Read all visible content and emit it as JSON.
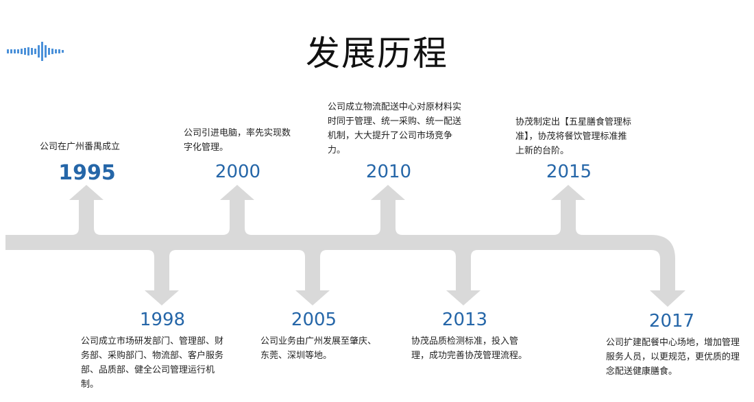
{
  "title": "发展历程",
  "events": [
    {
      "year": "1995",
      "text": "公司在广州番禺成立"
    },
    {
      "year": "1998",
      "text": "公司成立市场研发部门、管理部、财务部、采购部门、物流部、客户服务部、品质部、健全公司管理运行机制。"
    },
    {
      "year": "2000",
      "text": "公司引进电脑，率先实现数字化管理。"
    },
    {
      "year": "2005",
      "text": "公司业务由广州发展至肇庆、东莞、深圳等地。"
    },
    {
      "year": "2010",
      "text": "公司成立物流配送中心对原材料实时同于管理、统一采购、统一配送机制，大大提升了公司市场竞争力。"
    },
    {
      "year": "2013",
      "text": "协茂品质检测标准，投入管理，成功完善协茂管理流程。"
    },
    {
      "year": "2015",
      "text": "协茂制定出【五星膳食管理标准】，协茂将餐饮管理标准推上新的台阶。"
    },
    {
      "year": "2017",
      "text": "公司扩建配餐中心场地，增加管理服务人员，以更规范，更优质的理念配送健康膳食。"
    }
  ],
  "colors": {
    "timeline": "#d9d9d9",
    "year": "#2566a8",
    "logo": "#4a90d9"
  }
}
